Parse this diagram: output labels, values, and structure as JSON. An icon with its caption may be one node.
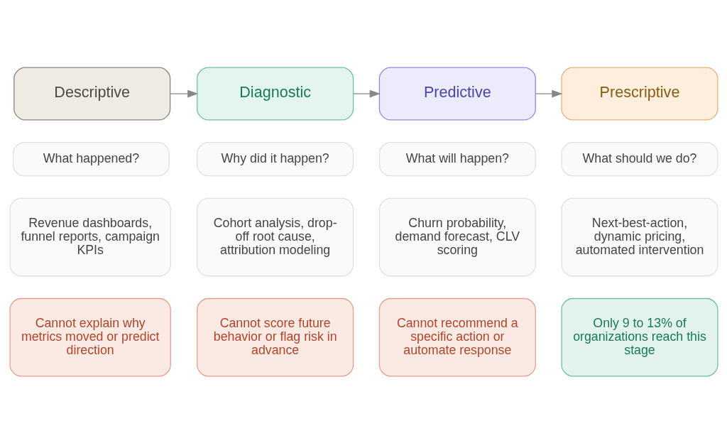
{
  "diagram": {
    "nodes": [
      {
        "text": [
          "Descriptive"
        ]
      },
      {
        "text": [
          "Diagnostic"
        ]
      },
      {
        "text": [
          "Predictive"
        ]
      },
      {
        "text": [
          "Prescriptive"
        ]
      },
      {
        "text": [
          "What happened?"
        ]
      },
      {
        "text": [
          "Why did it happen?"
        ]
      },
      {
        "text": [
          "What will happen?"
        ]
      },
      {
        "text": [
          "What should we do?"
        ]
      },
      {
        "text": [
          "Revenue dashboards, funnel reports, campaign KPIs"
        ]
      },
      {
        "text": [
          "Cohort analysis, drop-off root cause, attribution modeling"
        ]
      },
      {
        "text": [
          "Churn probability, demand forecast, CLV scoring"
        ]
      },
      {
        "text": [
          "Next-best-action, dynamic pricing, automated intervention"
        ]
      },
      {
        "text": [
          "Cannot explain why metrics moved or predict direction"
        ]
      },
      {
        "text": [
          "Cannot score future behavior or flag risk in advance"
        ]
      },
      {
        "text": [
          "Cannot recommend a specific action or automate response"
        ]
      },
      {
        "text": [
          "Only 9 to 13% of organizations reach this stage"
        ]
      }
    ],
    "edges": [
      {
        "from": 0,
        "to": 1,
        "arrow": "to"
      },
      {
        "from": 1,
        "to": 2,
        "arrow": "to"
      },
      {
        "from": 2,
        "to": 3,
        "arrow": "to"
      }
    ]
  }
}
